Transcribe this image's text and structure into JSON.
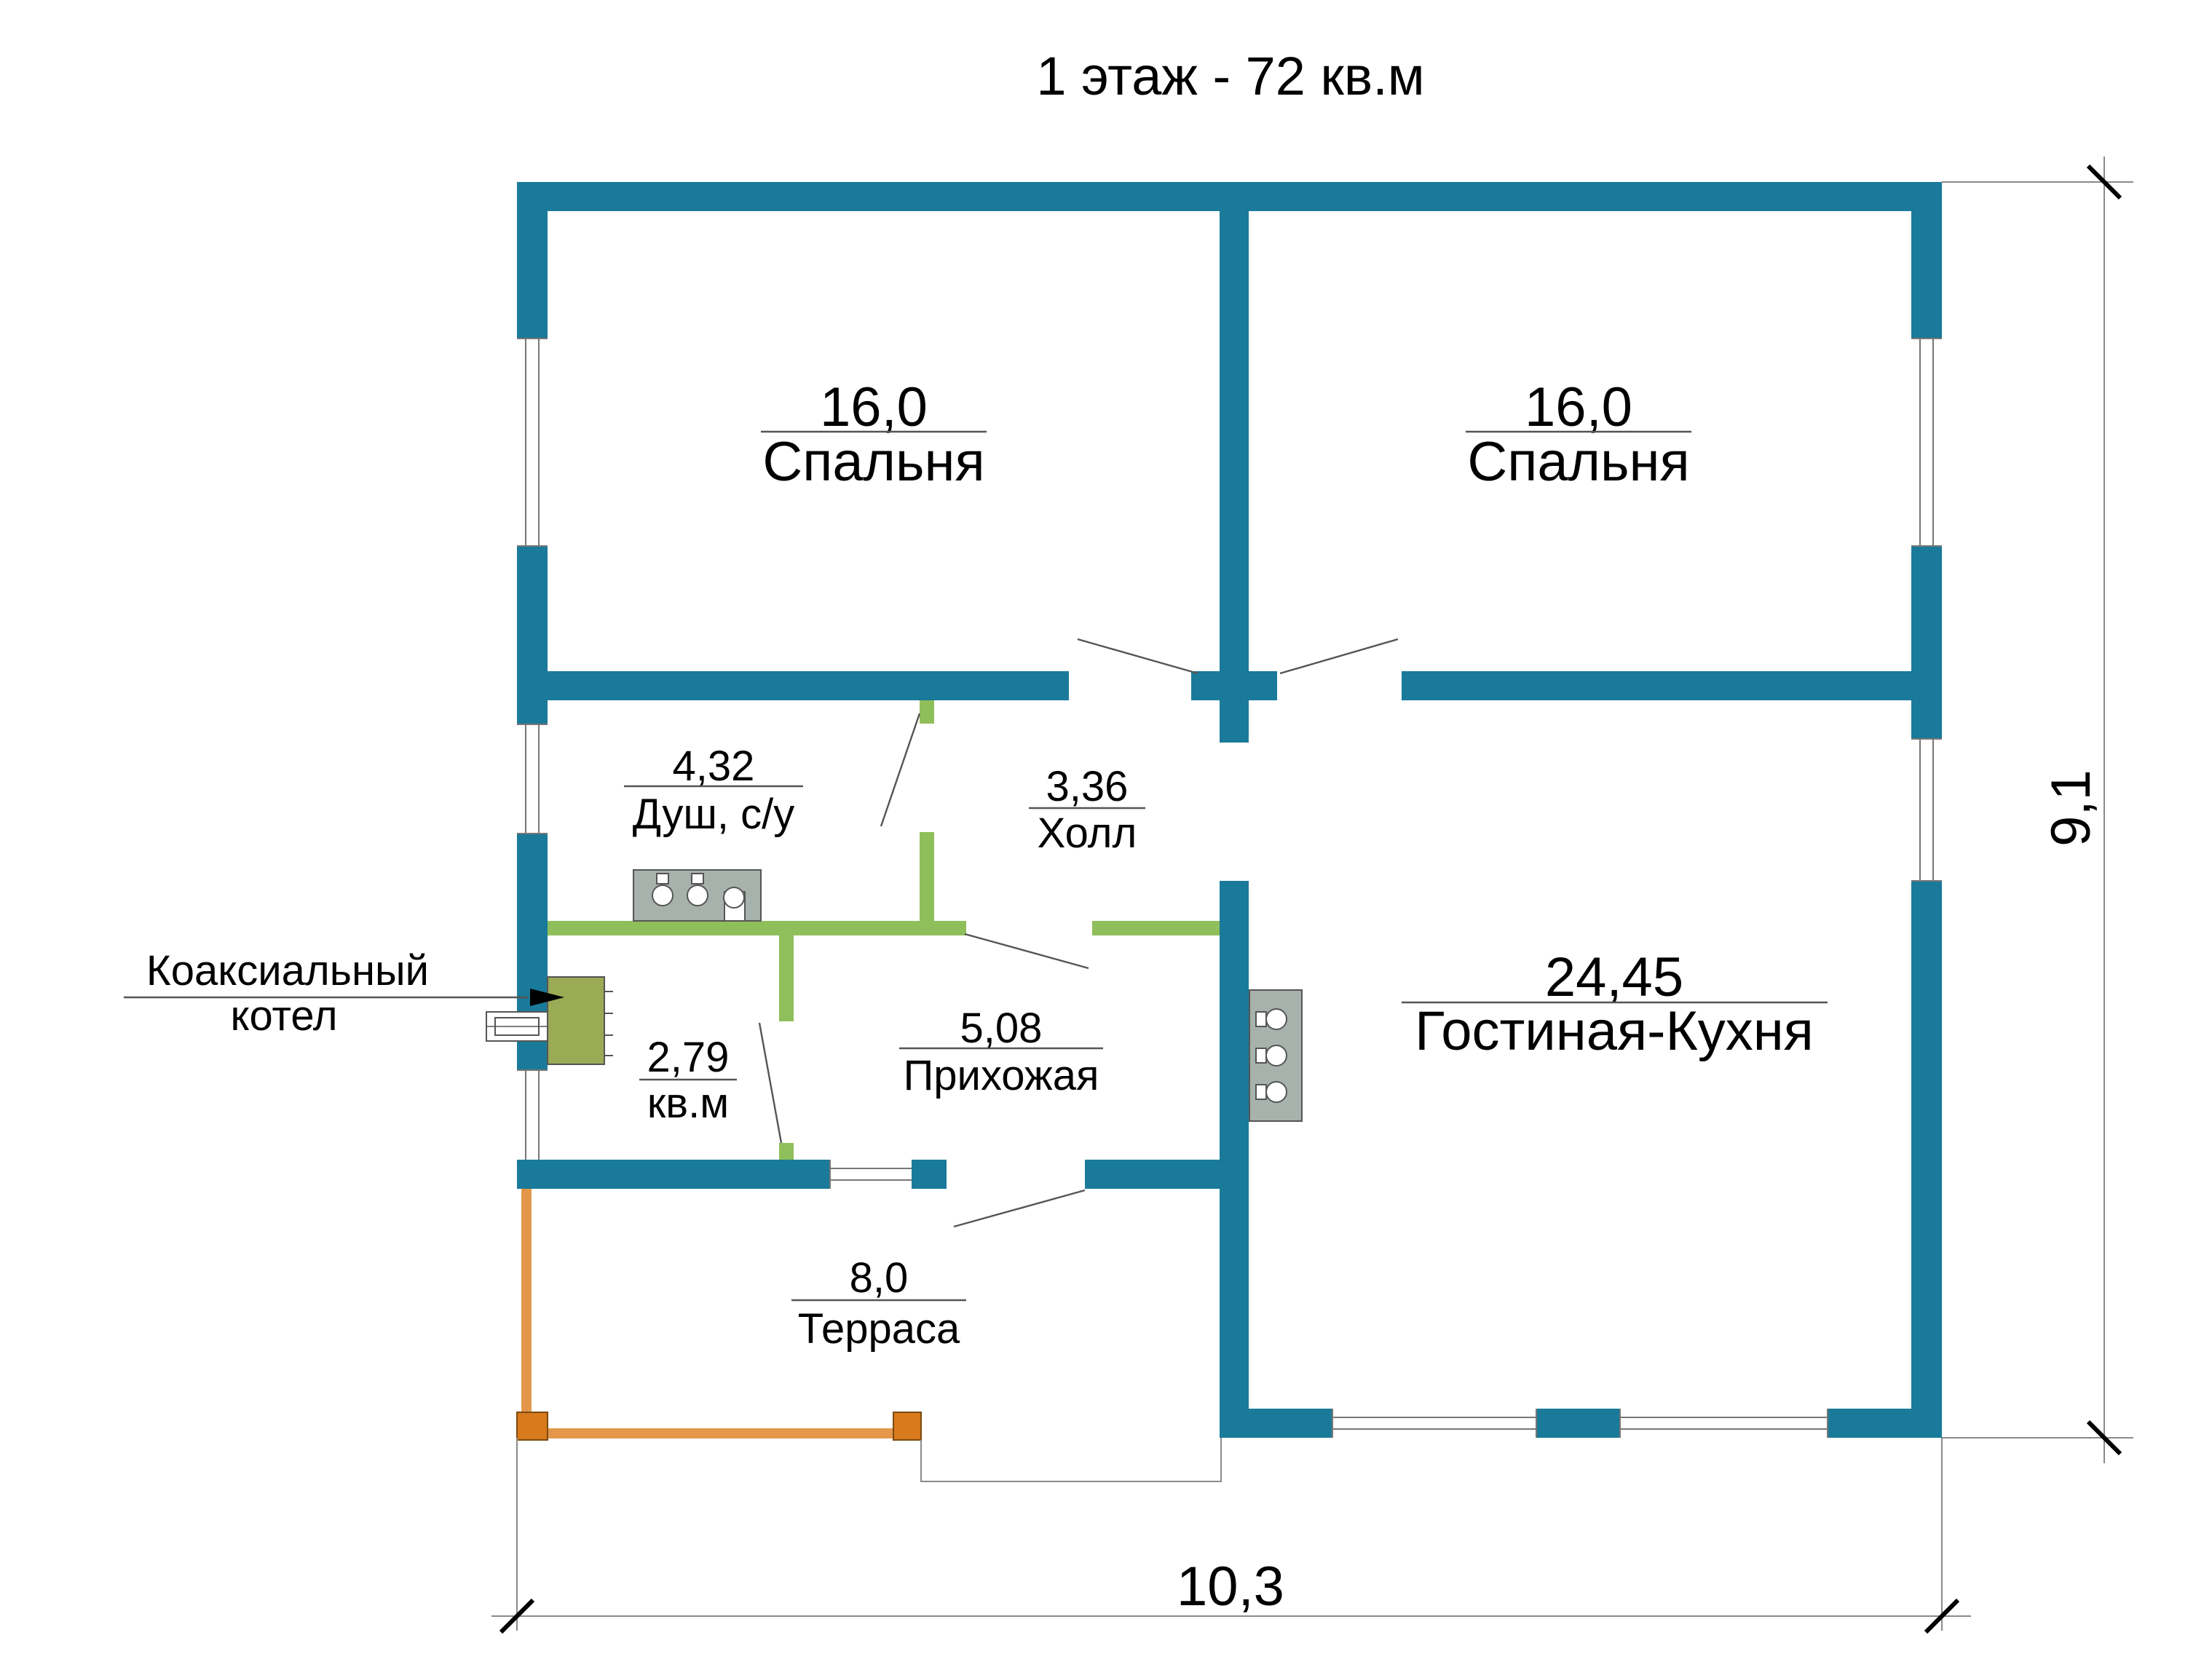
{
  "title": "1 этаж - 72 кв.м",
  "colors": {
    "wall": "#1a7a9a",
    "partition": "#8fbf5a",
    "terrace_rail": "#e4974a",
    "terrace_post": "#d97a1c",
    "fixture": "#a7b2ac",
    "boiler": "#9aaa55"
  },
  "rooms": [
    {
      "area": "16,0",
      "name": "Спальня"
    },
    {
      "area": "16,0",
      "name": "Спальня"
    },
    {
      "area": "4,32",
      "name": "Душ, с/у"
    },
    {
      "area": "3,36",
      "name": "Холл"
    },
    {
      "area": "24,45",
      "name": "Гостиная-Кухня"
    },
    {
      "area": "5,08",
      "name": "Прихожая"
    },
    {
      "area": "2,79",
      "name": "кв.м"
    },
    {
      "area": "8,0",
      "name": "Терраса"
    }
  ],
  "callout": {
    "line1": "Коаксиальный",
    "line2": "котел"
  },
  "dimensions": {
    "width": "10,3",
    "height": "9,1"
  },
  "icons": [
    "toilet-fixture-icon",
    "sink-fixture-icon",
    "boiler-icon"
  ]
}
